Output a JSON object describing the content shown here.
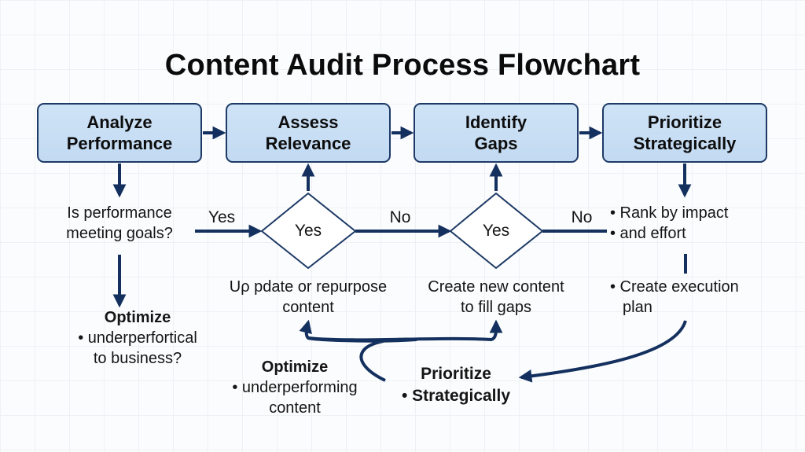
{
  "title": "Content Audit Process Flowchart",
  "colors": {
    "box_fill": "#c8def4",
    "box_border": "#1d3a66",
    "arrow": "#13305e",
    "text": "#111111"
  },
  "process_steps": [
    {
      "line1": "Analyze",
      "line2": "Performance"
    },
    {
      "line1": "Assess",
      "line2": "Relevance"
    },
    {
      "line1": "Identify",
      "line2": "Gaps"
    },
    {
      "line1": "Prioritize",
      "line2": "Strategically"
    }
  ],
  "question": {
    "line1": "Is performance",
    "line2": "meeting goals?"
  },
  "edge_labels": {
    "yes": "Yes",
    "no1": "No",
    "no2": "No"
  },
  "decisions": [
    {
      "label": "Yes"
    },
    {
      "label": "Yes"
    }
  ],
  "outcomes": {
    "update": {
      "line1": "Uρ pdate or repurpose",
      "line2": "content"
    },
    "create": {
      "line1": "Create new content",
      "line2": "to fill gaps"
    },
    "rank": {
      "line1": "• Rank by impact",
      "line2": "• and effort"
    },
    "plan": {
      "line1": "• Create execution",
      "line2": "plan"
    }
  },
  "optimize_left": {
    "heading": "Optimize",
    "line1": "• underperfortical",
    "line2": "to business?"
  },
  "optimize_bottom": {
    "heading": "Optimize",
    "line1": "• underperforming",
    "line2": "content"
  },
  "prioritize_bottom": {
    "line1": "Prioritize",
    "line2": "• Strategically"
  }
}
